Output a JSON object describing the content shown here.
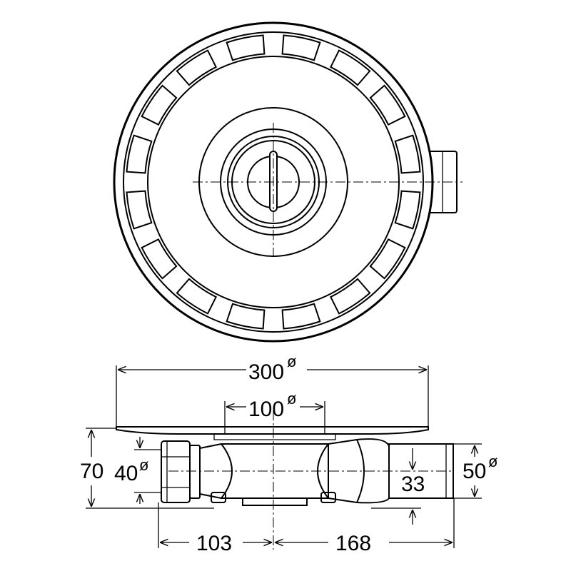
{
  "dimensions": {
    "overall_diameter": {
      "value": "300",
      "symbol": "ø"
    },
    "grate_diameter": {
      "value": "100",
      "symbol": "ø"
    },
    "height": {
      "value": "70"
    },
    "inlet_diameter": {
      "value": "40",
      "symbol": "ø"
    },
    "outlet_diameter": {
      "value": "50",
      "symbol": "ø"
    },
    "outlet_height": {
      "value": "33"
    },
    "left_length": {
      "value": "103"
    },
    "right_length": {
      "value": "168"
    }
  }
}
